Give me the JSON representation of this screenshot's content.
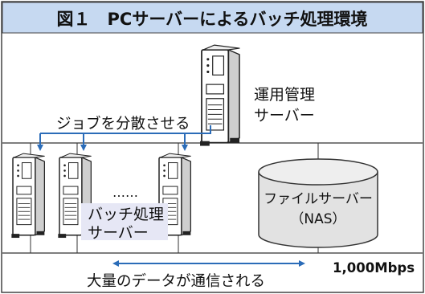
{
  "figure": {
    "title": "図１　PCサーバーによるバッチ処理環境"
  },
  "labels": {
    "management_server": [
      "運用管理",
      "サーバー"
    ],
    "distribute_jobs": "ジョブを分散させる",
    "batch_servers": [
      "バッチ処理",
      "サーバー"
    ],
    "ellipsis": "……",
    "file_server": [
      "ファイルサーバー",
      "（NAS）"
    ],
    "data_transfer": "大量のデータが通信される",
    "bandwidth": "1,000Mbps"
  },
  "colors": {
    "title_bg": "#c6d9f1",
    "arrow_blue": "#2b6cb8",
    "label_bg": "#e6e7f5",
    "server_fill": "#ffffff",
    "server_side": "#d0d0d0",
    "nas_fill": "#e2e2e2",
    "line": "#333333"
  }
}
